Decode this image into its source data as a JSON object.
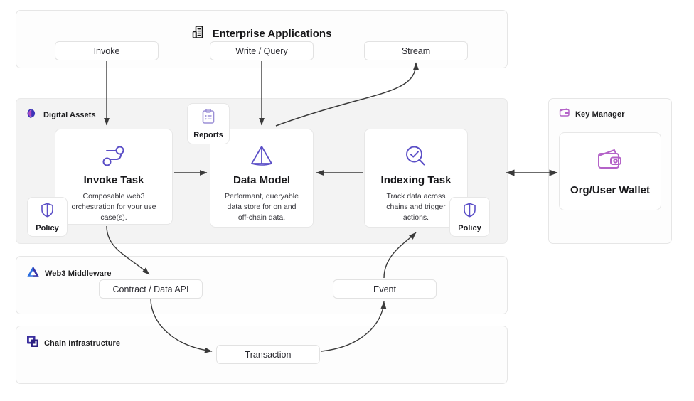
{
  "sections": {
    "enterprise": {
      "title": "Enterprise Applications",
      "icon": "building-icon",
      "pills": [
        {
          "label": "Invoke"
        },
        {
          "label": "Write / Query"
        },
        {
          "label": "Stream"
        }
      ]
    },
    "digital_assets": {
      "title": "Digital Assets",
      "icon": "digital-assets-logo-icon",
      "cards": [
        {
          "title": "Invoke Task",
          "desc": "Composable web3 orchestration for your use case(s).",
          "icon": "workflow-path-icon"
        },
        {
          "title": "Data Model",
          "desc": "Performant, queryable data store for on and off-chain data.",
          "icon": "pyramid-icon"
        },
        {
          "title": "Indexing Task",
          "desc": "Track data across chains and trigger actions.",
          "icon": "magnifier-check-icon"
        }
      ],
      "badges": [
        {
          "label": "Reports",
          "icon": "clipboard-icon"
        },
        {
          "label": "Policy",
          "icon": "shield-icon"
        },
        {
          "label": "Policy",
          "icon": "shield-icon"
        }
      ]
    },
    "key_manager": {
      "title": "Key Manager",
      "icon": "wallet-small-icon",
      "wallet": {
        "title": "Org/User Wallet",
        "icon": "wallet-icon"
      }
    },
    "web3_middleware": {
      "title": "Web3 Middleware",
      "icon": "middleware-triangle-icon",
      "pills": [
        {
          "label": "Contract / Data API"
        },
        {
          "label": "Event"
        }
      ]
    },
    "chain_infrastructure": {
      "title": "Chain Infrastructure",
      "icon": "stacked-squares-icon",
      "pills": [
        {
          "label": "Transaction"
        }
      ]
    }
  },
  "colors": {
    "accent_purple": "#5B4FC7",
    "icon_light_purple": "#9B8FD6",
    "wallet_purple": "#B463C8",
    "middleware_blue": "#2C6FE0",
    "middleware_indigo": "#3A36A8",
    "chain_indigo": "#3A2E9E",
    "arrow": "#3a3a3a",
    "panel_border": "#e6e6e6"
  }
}
